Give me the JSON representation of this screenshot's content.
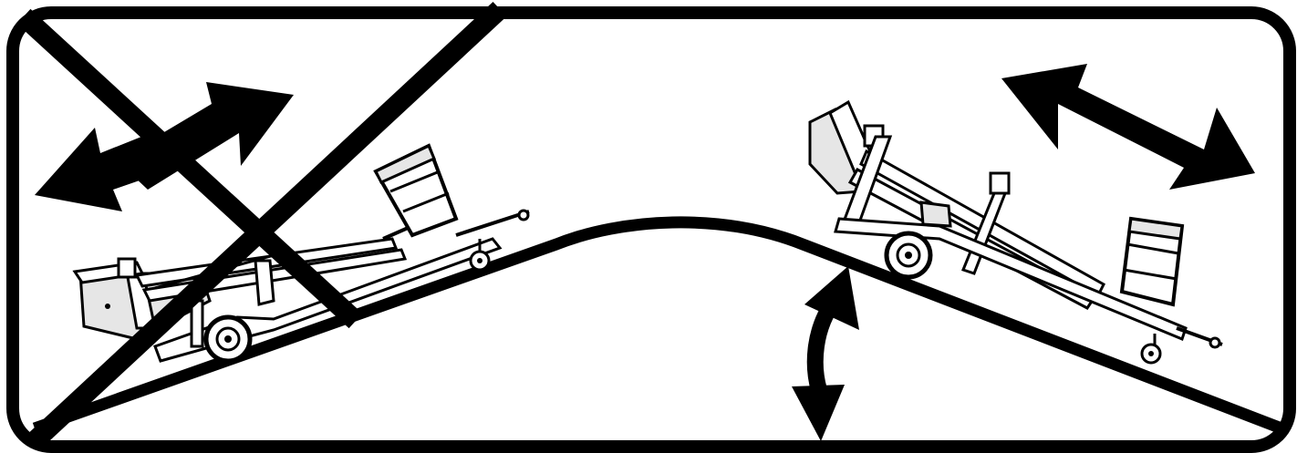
{
  "colors": {
    "ink": "#000000",
    "paper": "#ffffff",
    "body_fill": "#e6e6e6"
  },
  "icons": {
    "frame": "rounded-frame",
    "prohibited": "cross-out-x",
    "left_lift": "towable-boom-lift-uphill",
    "right_lift": "towable-boom-lift-downhill",
    "left_motion": "double-arrow",
    "right_motion": "double-arrow",
    "slope_angle": "curved-double-arrow"
  }
}
